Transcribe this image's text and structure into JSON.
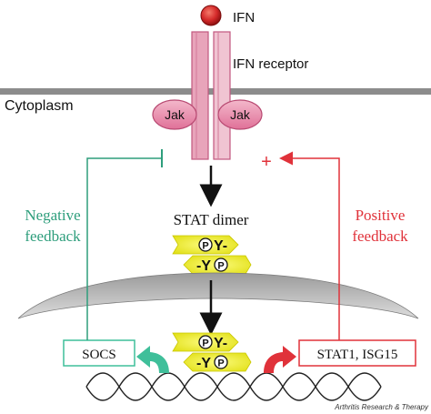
{
  "labels": {
    "ifn": "IFN",
    "ifn_receptor": "IFN receptor",
    "cytoplasm": "Cytoplasm",
    "jak_left": "Jak",
    "jak_right": "Jak",
    "stat_dimer": "STAT dimer",
    "negative_feedback_line1": "Negative",
    "negative_feedback_line2": "feedback",
    "positive_feedback_line1": "Positive",
    "positive_feedback_line2": "feedback",
    "plus_sign": "+",
    "socs": "SOCS",
    "stat1_isg15": "STAT1, ISG15",
    "py_top_1": "Y-",
    "py_bottom_1": "-Y",
    "py_top_2": "Y-",
    "py_bottom_2": "-Y",
    "phospho": "P",
    "credit": "Arthritis Research & Therapy"
  },
  "colors": {
    "ifn_ball": "#d42a2a",
    "receptor": "#e8a4ba",
    "jak": "#e57ea0",
    "membrane": "#8c8c8c",
    "stat_yellow": "#f2f028",
    "negative": "#2e9e7c",
    "positive": "#e0323a",
    "socs_arrow": "#3fbf9a",
    "text": "#111111"
  }
}
